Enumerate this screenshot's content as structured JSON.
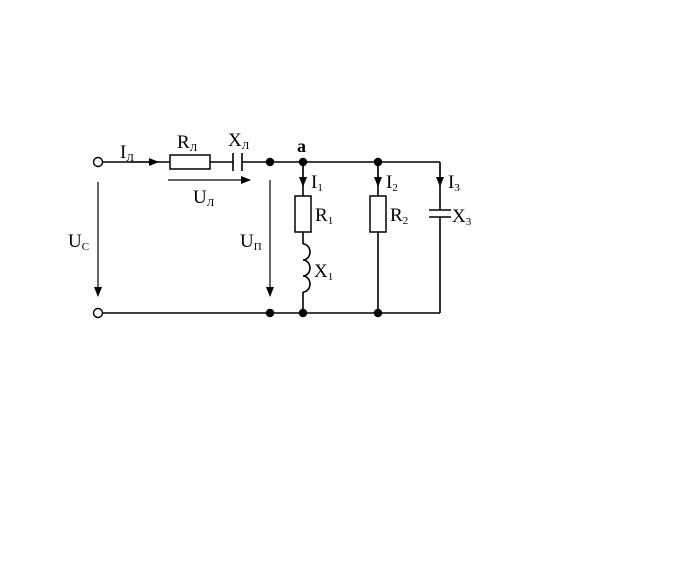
{
  "labels": {
    "line_current": {
      "main": "I",
      "sub": "Л"
    },
    "line_resistance": {
      "main": "R",
      "sub": "Л"
    },
    "line_reactance": {
      "main": "X",
      "sub": "Л"
    },
    "line_voltage": {
      "main": "U",
      "sub": "Л"
    },
    "source_voltage": {
      "main": "U",
      "sub": "С"
    },
    "load_voltage": {
      "main": "U",
      "sub": "П"
    },
    "node_a": "a",
    "i1": {
      "main": "I",
      "sub": "1"
    },
    "i2": {
      "main": "I",
      "sub": "2"
    },
    "i3": {
      "main": "I",
      "sub": "3"
    },
    "r1": {
      "main": "R",
      "sub": "1"
    },
    "r2": {
      "main": "R",
      "sub": "2"
    },
    "x1": {
      "main": "X",
      "sub": "1"
    },
    "x3": {
      "main": "X",
      "sub": "3"
    }
  }
}
